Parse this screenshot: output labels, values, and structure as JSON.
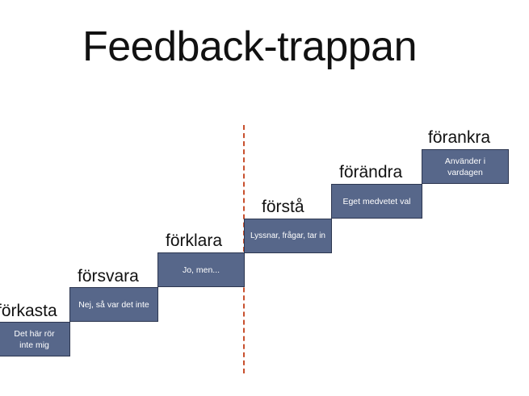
{
  "title": "Feedback-trappan",
  "steps": [
    {
      "label": "förkasta",
      "text": "Det här rör inte mig"
    },
    {
      "label": "försvara",
      "text": "Nej, så var det inte"
    },
    {
      "label": "förklara",
      "text": "Jo, men..."
    },
    {
      "label": "förstå",
      "text": "Lyssnar, frågar, tar in"
    },
    {
      "label": "förändra",
      "text": "Eget medvetet val"
    },
    {
      "label": "förankra",
      "text": "Använder i vardagen"
    }
  ],
  "colors": {
    "box": "#57678a",
    "divider": "#c8502e"
  }
}
